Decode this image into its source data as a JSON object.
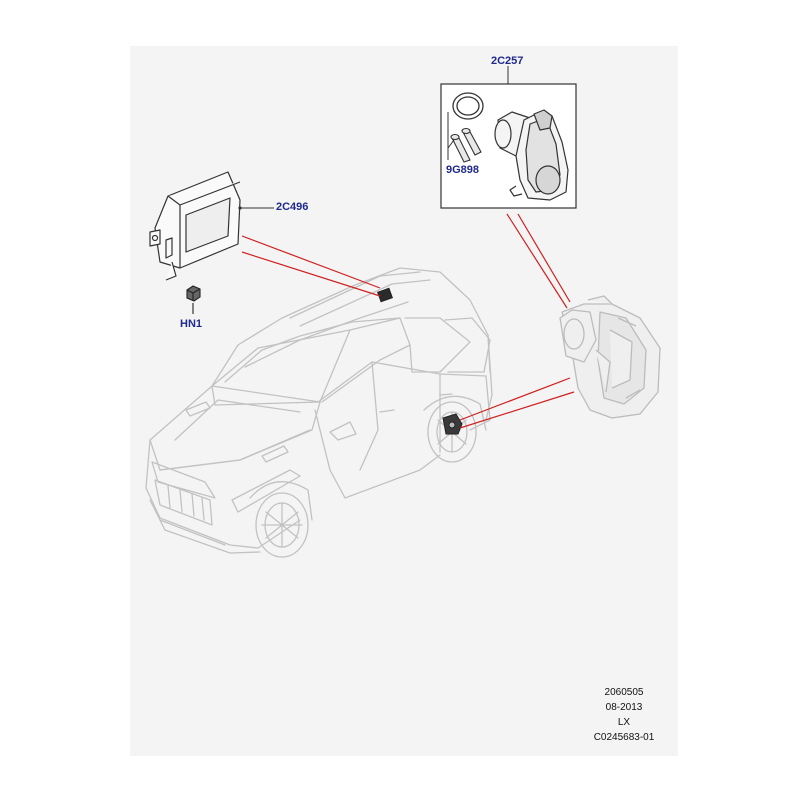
{
  "parts": {
    "control_module": "2C496",
    "nut": "HN1",
    "actuator_kit": "2C257",
    "bolt": "9G898"
  },
  "reference": {
    "line1": "2060505",
    "line2": "08-2013",
    "line3": "LX",
    "line4": "C0245683-01"
  },
  "colors": {
    "part_label": "#1f2a8c",
    "leader_line": "#d02020",
    "outline": "#333333",
    "vehicle": "#bdbdbd",
    "panel": "#f4f4f4"
  }
}
